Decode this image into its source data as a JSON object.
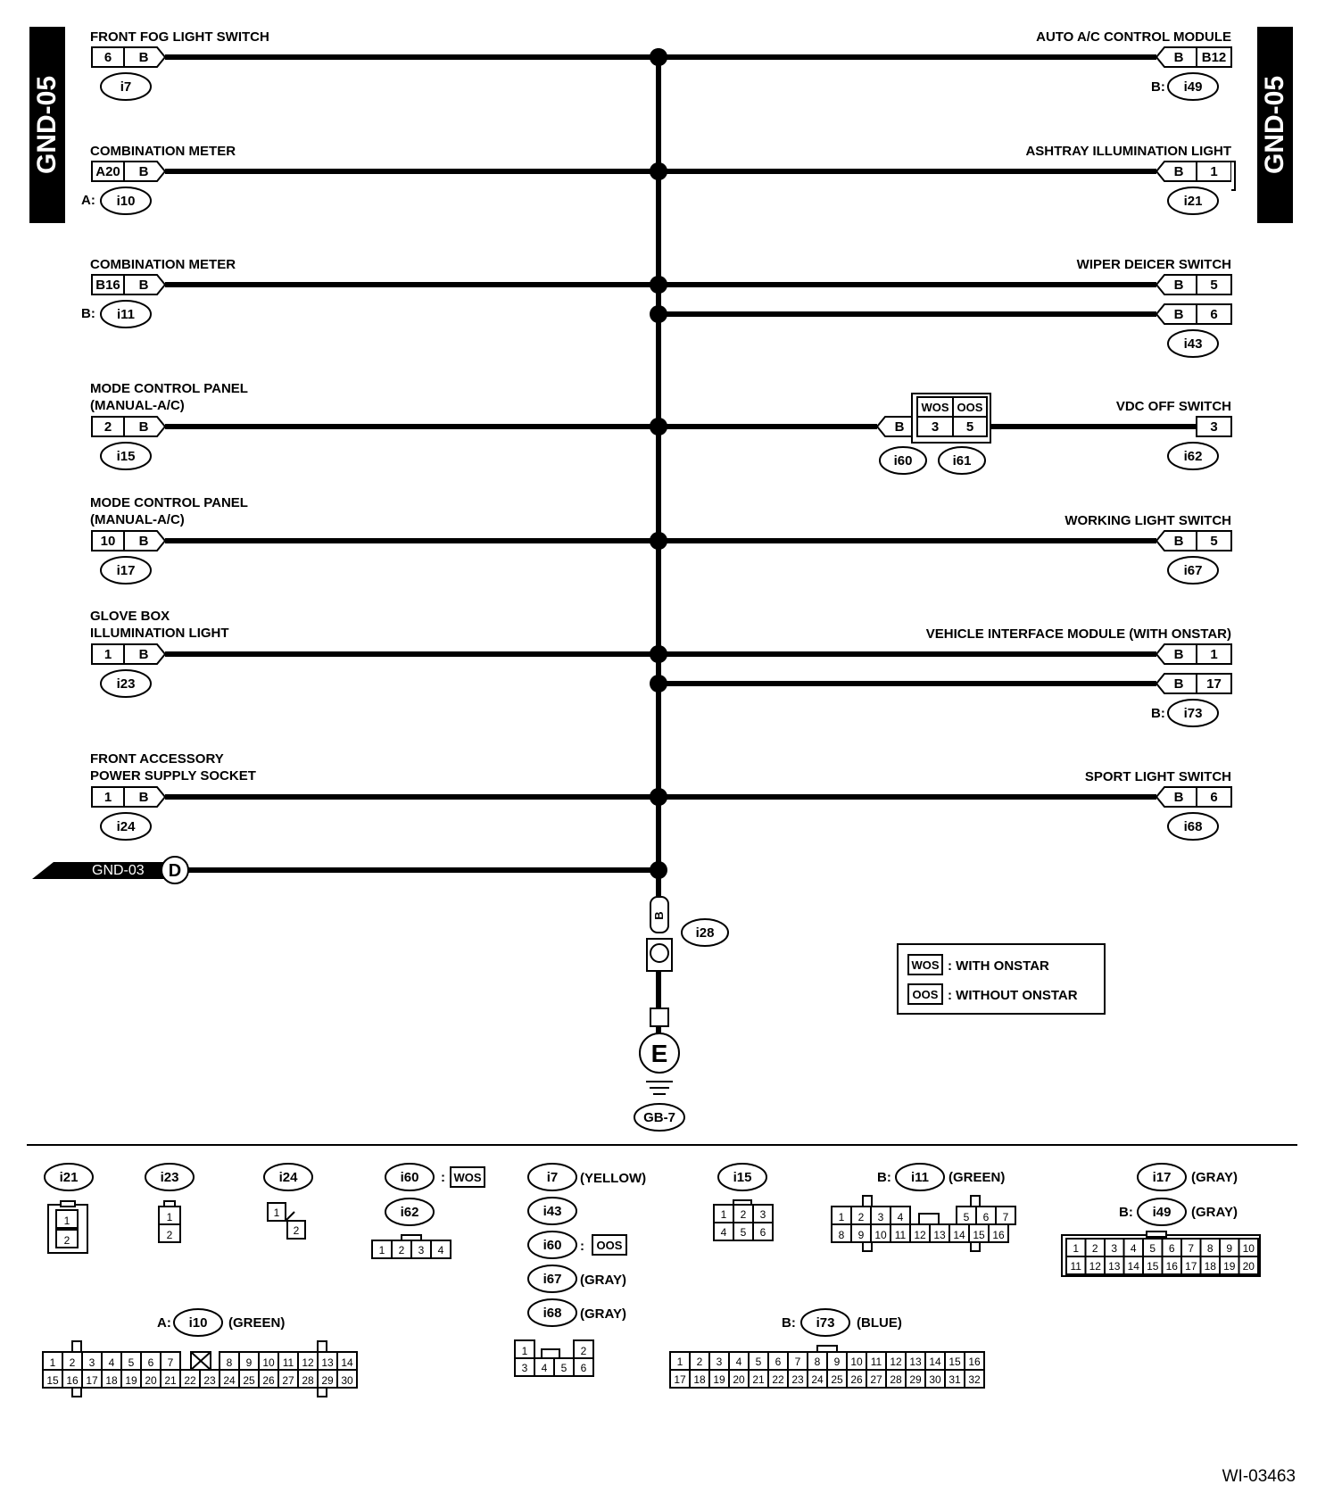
{
  "page": {
    "title_side": "GND-05",
    "figure_code": "WI-03463"
  },
  "ground": {
    "bus_ref": "GND-03",
    "bus_point": "D",
    "connector": "i28",
    "pin": "B",
    "earth": "E",
    "ground_point": "GB-7"
  },
  "legend": [
    {
      "code": "WOS",
      "text": ": WITH ONSTAR"
    },
    {
      "code": "OOS",
      "text": ": WITHOUT ONSTAR"
    }
  ],
  "left_components": [
    {
      "name": "FRONT FOG LIGHT SWITCH",
      "name2": "",
      "pin": "6",
      "wire": "B",
      "connector": "i7",
      "prefix": ""
    },
    {
      "name": "COMBINATION METER",
      "name2": "",
      "pin": "A20",
      "wire": "B",
      "connector": "i10",
      "prefix": "A:"
    },
    {
      "name": "COMBINATION METER",
      "name2": "",
      "pin": "B16",
      "wire": "B",
      "connector": "i11",
      "prefix": "B:"
    },
    {
      "name": "MODE CONTROL PANEL",
      "name2": "(MANUAL-A/C)",
      "pin": "2",
      "wire": "B",
      "connector": "i15",
      "prefix": ""
    },
    {
      "name": "MODE CONTROL PANEL",
      "name2": "(MANUAL-A/C)",
      "pin": "10",
      "wire": "B",
      "connector": "i17",
      "prefix": ""
    },
    {
      "name": "GLOVE BOX",
      "name2": "ILLUMINATION LIGHT",
      "pin": "1",
      "wire": "B",
      "connector": "i23",
      "prefix": ""
    },
    {
      "name": "FRONT ACCESSORY",
      "name2": "POWER SUPPLY SOCKET",
      "pin": "1",
      "wire": "B",
      "connector": "i24",
      "prefix": ""
    }
  ],
  "right_components": [
    {
      "name": "AUTO A/C CONTROL MODULE",
      "wires": [
        {
          "wire": "B",
          "pin": "B12"
        }
      ],
      "connector": "i49",
      "prefix": "B:"
    },
    {
      "name": "ASHTRAY ILLUMINATION LIGHT",
      "wires": [
        {
          "wire": "B",
          "pin": "1"
        }
      ],
      "connector": "i21",
      "prefix": ""
    },
    {
      "name": "WIPER DEICER SWITCH",
      "wires": [
        {
          "wire": "B",
          "pin": "5"
        },
        {
          "wire": "B",
          "pin": "6"
        }
      ],
      "connector": "i43",
      "prefix": ""
    },
    {
      "name": "VDC OFF SWITCH",
      "wires": [
        {
          "wire": "B",
          "pin": "3"
        }
      ],
      "connector": "i62",
      "prefix": ""
    },
    {
      "name": "WORKING LIGHT SWITCH",
      "wires": [
        {
          "wire": "B",
          "pin": "5"
        }
      ],
      "connector": "i67",
      "prefix": ""
    },
    {
      "name": "VEHICLE INTERFACE MODULE (WITH ONSTAR)",
      "wires": [
        {
          "wire": "B",
          "pin": "1"
        },
        {
          "wire": "B",
          "pin": "17"
        }
      ],
      "connector": "i73",
      "prefix": "B:"
    },
    {
      "name": "SPORT LIGHT SWITCH",
      "wires": [
        {
          "wire": "B",
          "pin": "6"
        }
      ],
      "connector": "i68",
      "prefix": ""
    }
  ],
  "vdc_junction": {
    "wire": "B",
    "head_wos": "WOS",
    "head_oos": "OOS",
    "pin_wos": "3",
    "pin_oos": "5",
    "conn_wos": "i60",
    "conn_oos": "i61"
  },
  "connector_views": {
    "i21": {
      "label": "i21",
      "pins": [
        "1",
        "2"
      ]
    },
    "i23": {
      "label": "i23",
      "pins": [
        "1",
        "2"
      ]
    },
    "i24": {
      "label": "i24",
      "pins": [
        "1",
        "2"
      ]
    },
    "i60_wos": {
      "label": "i60",
      "sep": ":",
      "tag": "WOS"
    },
    "i62": {
      "label": "i62",
      "pins": [
        "1",
        "2",
        "3",
        "4"
      ]
    },
    "group2": [
      {
        "label": "i7",
        "note": "(YELLOW)",
        "tag": ""
      },
      {
        "label": "i43",
        "note": "",
        "tag": ""
      },
      {
        "label": "i60",
        "note": ":",
        "tag": "OOS"
      },
      {
        "label": "i67",
        "note": "(GRAY)",
        "tag": ""
      },
      {
        "label": "i68",
        "note": "(GRAY)",
        "tag": ""
      }
    ],
    "group2_pins": [
      "1",
      "2",
      "3",
      "4",
      "5",
      "6"
    ],
    "i15": {
      "label": "i15",
      "pins": [
        "1",
        "2",
        "3",
        "4",
        "5",
        "6"
      ]
    },
    "i11": {
      "prefix": "B:",
      "label": "i11",
      "note": "(GREEN)",
      "pins": [
        "1",
        "2",
        "3",
        "4",
        "5",
        "6",
        "7",
        "8",
        "9",
        "10",
        "11",
        "12",
        "13",
        "14",
        "15",
        "16"
      ]
    },
    "i17_i49": {
      "label1": "i17",
      "note1": "(GRAY)",
      "prefix2": "B:",
      "label2": "i49",
      "note2": "(GRAY)",
      "pins": [
        "1",
        "2",
        "3",
        "4",
        "5",
        "6",
        "7",
        "8",
        "9",
        "10",
        "11",
        "12",
        "13",
        "14",
        "15",
        "16",
        "17",
        "18",
        "19",
        "20"
      ]
    },
    "i10": {
      "prefix": "A:",
      "label": "i10",
      "note": "(GREEN)",
      "pins": [
        "1",
        "2",
        "3",
        "4",
        "5",
        "6",
        "7",
        "8",
        "9",
        "10",
        "11",
        "12",
        "13",
        "14",
        "15",
        "16",
        "17",
        "18",
        "19",
        "20",
        "21",
        "22",
        "23",
        "24",
        "25",
        "26",
        "27",
        "28",
        "29",
        "30"
      ]
    },
    "i73": {
      "prefix": "B:",
      "label": "i73",
      "note": "(BLUE)",
      "pins": [
        "1",
        "2",
        "3",
        "4",
        "5",
        "6",
        "7",
        "8",
        "9",
        "10",
        "11",
        "12",
        "13",
        "14",
        "15",
        "16",
        "17",
        "18",
        "19",
        "20",
        "21",
        "22",
        "23",
        "24",
        "25",
        "26",
        "27",
        "28",
        "29",
        "30",
        "31",
        "32"
      ]
    }
  }
}
